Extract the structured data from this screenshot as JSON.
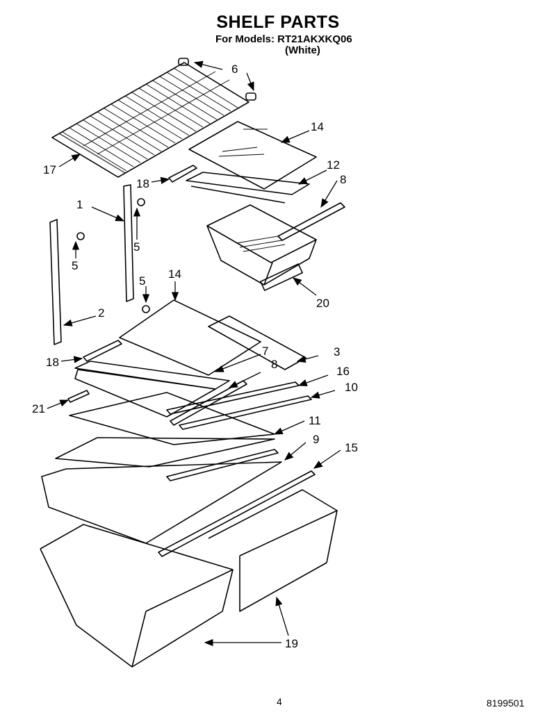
{
  "header": {
    "title": "SHELF PARTS",
    "models_line": "For Models: RT21AKXKQ06",
    "variant": "(White)"
  },
  "callouts": [
    "6",
    "14",
    "12",
    "8",
    "17",
    "18",
    "1",
    "5",
    "5",
    "20",
    "14",
    "5",
    "2",
    "7",
    "3",
    "8",
    "16",
    "18",
    "10",
    "21",
    "11",
    "9",
    "15",
    "19"
  ],
  "footer": {
    "page_number": "4",
    "doc_number": "8199501"
  }
}
